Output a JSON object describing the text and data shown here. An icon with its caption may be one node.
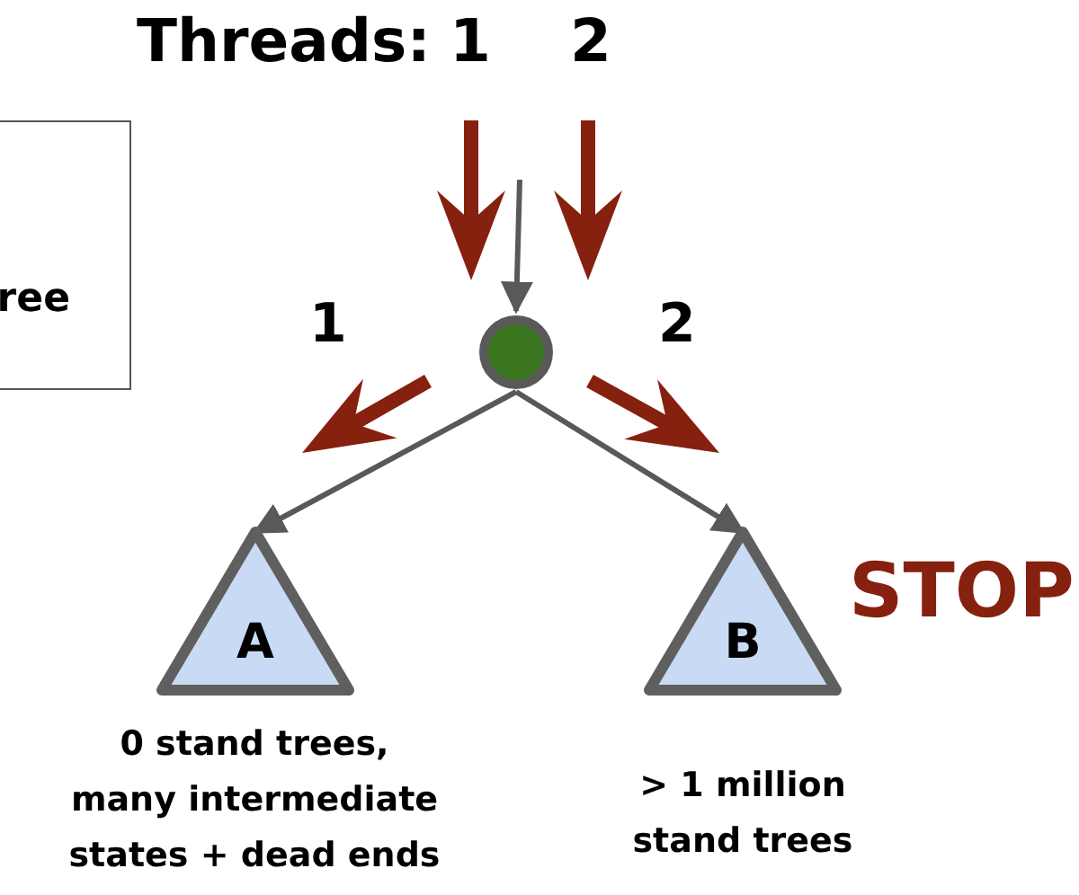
{
  "diagram": {
    "nodes": [
      {
        "text": [
          "ree"
        ]
      },
      {
        "text": [],
        "shape": "circle"
      },
      {
        "text": [
          "A"
        ],
        "beside": [
          "0 stand trees, many intermediate states + dead ends"
        ]
      },
      {
        "text": [
          "B"
        ],
        "beside": [
          "> 1 million stand trees"
        ]
      }
    ],
    "edges": [
      {
        "from": null,
        "to": 1,
        "arrow": "to"
      },
      {
        "from": 1,
        "to": 2,
        "arrow": "to"
      },
      {
        "from": 1,
        "to": 3,
        "arrow": "to"
      }
    ],
    "labels": [
      "Threads:",
      "1",
      "2",
      "1",
      "2",
      "STOP"
    ]
  }
}
